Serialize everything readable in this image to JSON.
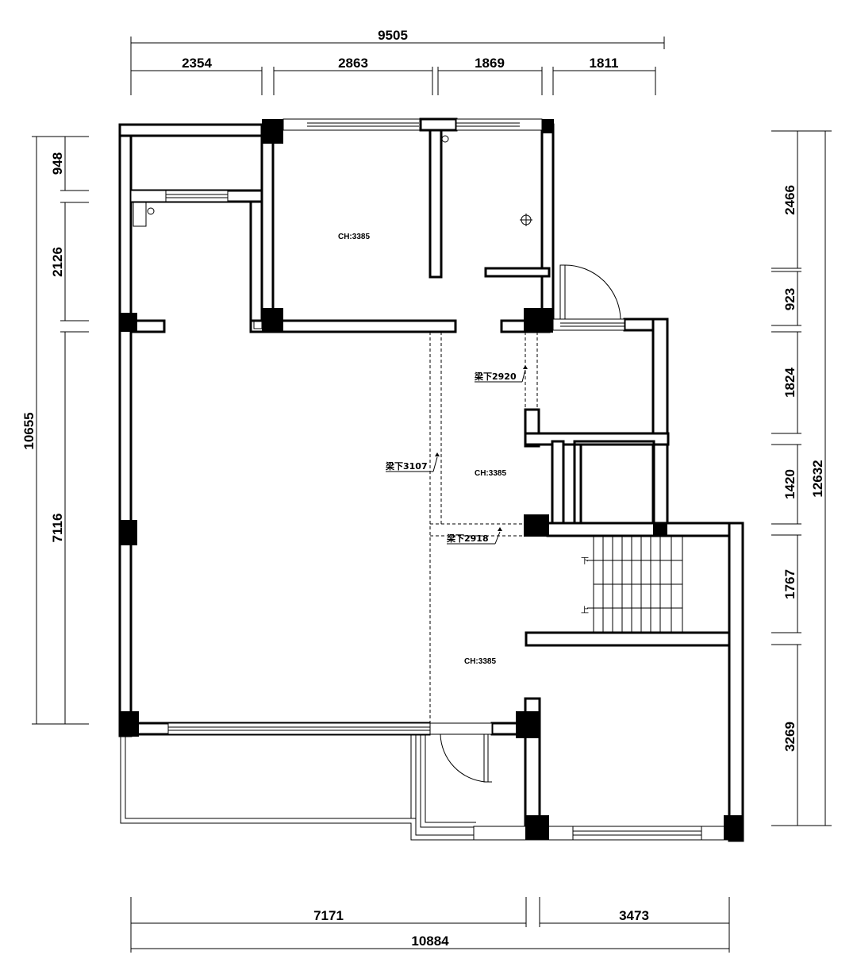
{
  "dimensions": {
    "top_total": "9505",
    "top_segments": [
      "2354",
      "2863",
      "1869",
      "1811"
    ],
    "bottom_segments": [
      "7171",
      "3473"
    ],
    "bottom_total": "10884",
    "left_total": "10655",
    "left_segments": [
      "948",
      "2126",
      "7116"
    ],
    "right_total": "12632",
    "right_segments": [
      "2466",
      "923",
      "1824",
      "1420",
      "1767",
      "3269"
    ]
  },
  "rooms": {
    "ceiling_top": "CH:3385",
    "ceiling_center": "CH:3385",
    "ceiling_bottom": "CH:3385"
  },
  "beams": {
    "beam_a": "梁下2920",
    "beam_b": "梁下3107",
    "beam_c": "梁下2918"
  },
  "stair": {
    "down": "下",
    "up": "上"
  }
}
